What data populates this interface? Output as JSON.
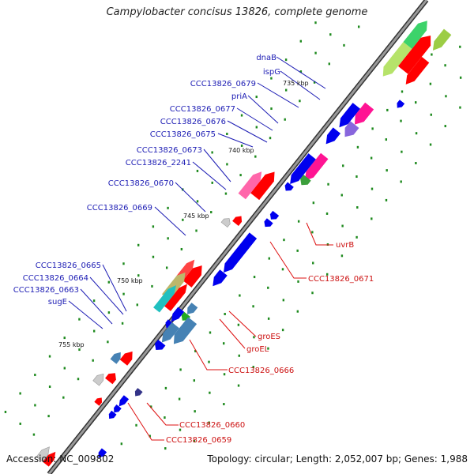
{
  "title": "Campylobacter concisus 13826, complete genome",
  "footer": {
    "accession": "Accession: NC_009802",
    "summary": "Topology: circular; Length: 2,052,007 bp; Genes: 1,988"
  },
  "scale_labels": [
    "735 kbp",
    "740 kbp",
    "745 kbp",
    "750 kbp",
    "755 kbp"
  ],
  "gene_labels_blue": [
    "dnaB",
    "ispG",
    "CCC13826_0679",
    "priA",
    "CCC13826_0677",
    "CCC13826_0676",
    "CCC13826_0675",
    "CCC13826_0673",
    "CCC13826_2241",
    "CCC13826_0670",
    "CCC13826_0669",
    "CCC13826_0665",
    "CCC13826_0664",
    "CCC13826_0663",
    "sugE"
  ],
  "gene_labels_red": [
    "uvrB",
    "CCC13826_0671",
    "groES",
    "groEL",
    "CCC13826_0666",
    "CCC13826_0660",
    "CCC13826_0659"
  ],
  "colors": {
    "forward_cds": "#0000ee",
    "reverse_cds": "#ff0000",
    "magenta": "#ff1493",
    "steelblue": "#4682b4",
    "khaki": "#bdb76b",
    "teal": "#20c0c0",
    "green": "#22aa22",
    "backbone": "#777777"
  }
}
